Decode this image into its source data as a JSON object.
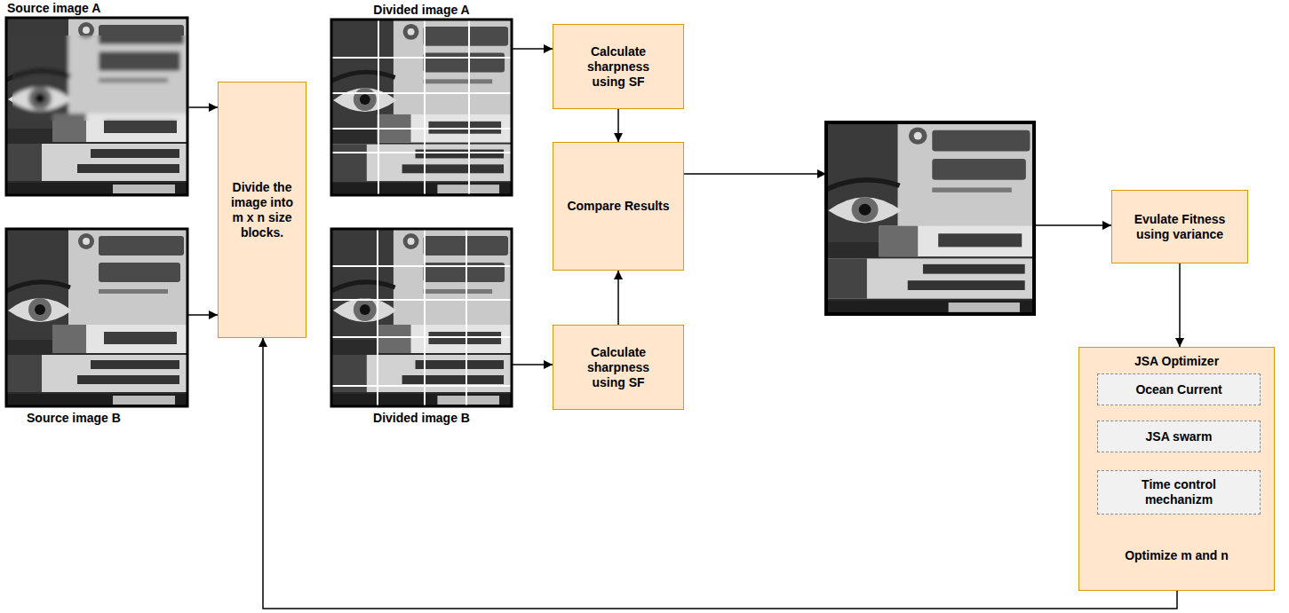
{
  "diagram": {
    "nodes": [
      {
        "text": [
          "Source image A"
        ]
      },
      {
        "text": [
          "Divide the image into m x n size blocks."
        ]
      },
      {
        "text": [
          "Divided image A"
        ]
      },
      {
        "text": [
          "Calculate sharpness using SF"
        ]
      },
      {
        "text": [
          "Compare Results"
        ]
      },
      {
        "text": [
          "Evulate Fitness using variance"
        ]
      },
      {
        "text": [
          "Source image B"
        ]
      },
      {
        "text": [
          "Divided image B"
        ]
      },
      {
        "text": [
          "Calculate sharpness using SF"
        ]
      },
      {
        "text": [
          "JSA Optimizer",
          "Optimize m and n"
        ]
      },
      {
        "text": [
          "Ocean Current"
        ],
        "in": 9
      },
      {
        "text": [
          "JSA swarm"
        ],
        "in": 9
      },
      {
        "text": [
          "Time control mechanizm"
        ],
        "in": 9
      }
    ],
    "edges": [
      {
        "from": 0,
        "to": 1,
        "arrow": "to"
      },
      {
        "from": 6,
        "to": 1,
        "arrow": "to"
      },
      {
        "from": 2,
        "to": 3,
        "arrow": "to"
      },
      {
        "from": 7,
        "to": 8,
        "arrow": "to"
      },
      {
        "from": 3,
        "to": 4,
        "arrow": "to"
      },
      {
        "from": 8,
        "to": 4,
        "arrow": "to"
      },
      {
        "from": 4,
        "to": 5,
        "arrow": "to"
      },
      {
        "from": 5,
        "to": 9,
        "arrow": "to"
      },
      {
        "from": 9,
        "to": 1,
        "arrow": "to"
      }
    ]
  }
}
